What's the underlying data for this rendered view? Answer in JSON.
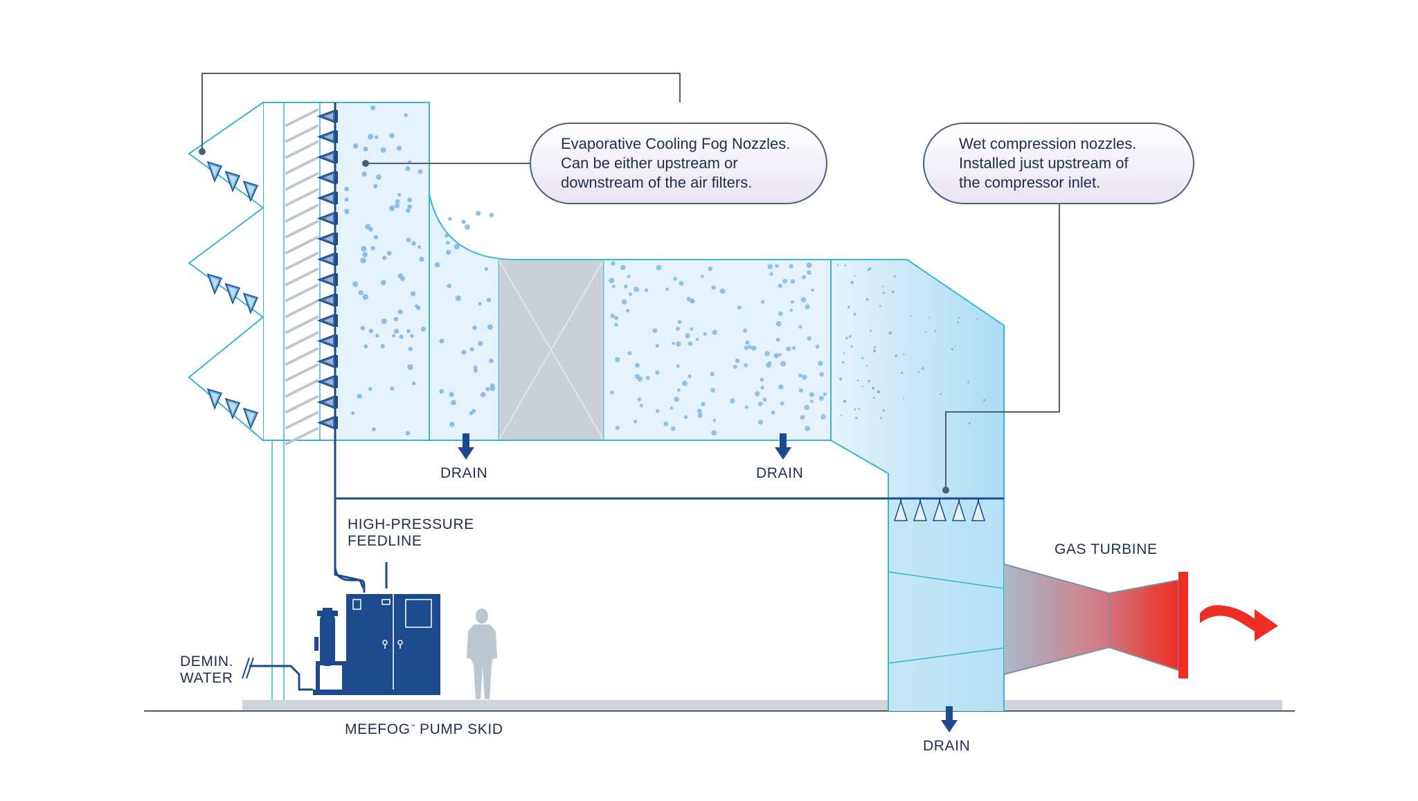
{
  "callouts": {
    "fog": [
      "Evaporative Cooling Fog Nozzles.",
      "Can be either upstream or",
      "downstream of the air filters."
    ],
    "wet": [
      "Wet compression nozzles.",
      "Installed just upstream of",
      "the compressor inlet."
    ]
  },
  "labels": {
    "drain": "DRAIN",
    "feedline": [
      "HIGH-PRESSURE",
      "FEEDLINE"
    ],
    "gas_turbine": "GAS TURBINE",
    "demin_water": [
      "DEMIN.",
      "WATER"
    ],
    "pump_skid": "MEEFOG",
    "pump_skid_tm": "™",
    "pump_skid_suffix": " PUMP SKID"
  },
  "colors": {
    "outline": "#38b6d6",
    "pipe": "#1d4a8c",
    "duct_fill": "#e6f2fb",
    "duct_fill_deep": "#b3e0f5",
    "filter_gray": "#c9d0d6",
    "pump": "#1d4a8c",
    "turbine_exit": "#ee2e24",
    "ground": "#cfd5da",
    "text": "#1f2d4f",
    "callout_border": "#4a5f78"
  },
  "icons": {
    "drain_arrow": "down-arrow-icon",
    "exhaust": "wavy-arrow-icon",
    "person": "person-icon",
    "nozzle": "nozzle-icon"
  }
}
